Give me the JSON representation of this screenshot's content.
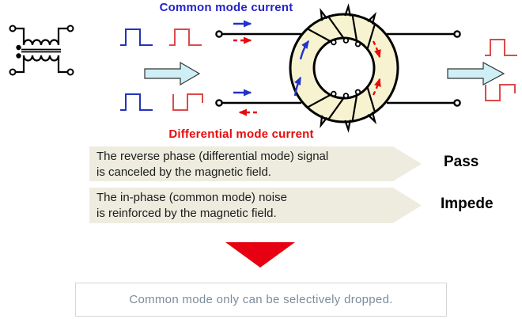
{
  "diagram": {
    "labels": {
      "common_mode": "Common mode current",
      "differential_mode": "Differential mode current"
    },
    "icons": [
      "common-mode-choke-schematic-icon",
      "square-wave-icons",
      "flow-arrow-icon",
      "toroid-core-icon",
      "flux-arrow-icons",
      "down-triangle-icon"
    ],
    "colors": {
      "common_mode_blue": "#2323c8",
      "differential_red": "#e80b0b",
      "waveform_blue": "#2233bb",
      "waveform_red": "#dd4a4a",
      "toroid_fill": "#f7f3d0",
      "flow_arrow_fill": "#cdeff5",
      "banner_bg": "#edecdf",
      "callout_red": "#e60012",
      "note_text_gray": "#7d8c9a"
    }
  },
  "banners": [
    {
      "line1": "The reverse phase (differential mode) signal",
      "line2": "is canceled by the magnetic field.",
      "result": "Pass"
    },
    {
      "line1": "The in-phase (common mode) noise",
      "line2": "is reinforced by the magnetic field.",
      "result": "Impede"
    }
  ],
  "conclusion": "Common mode only can be selectively dropped."
}
